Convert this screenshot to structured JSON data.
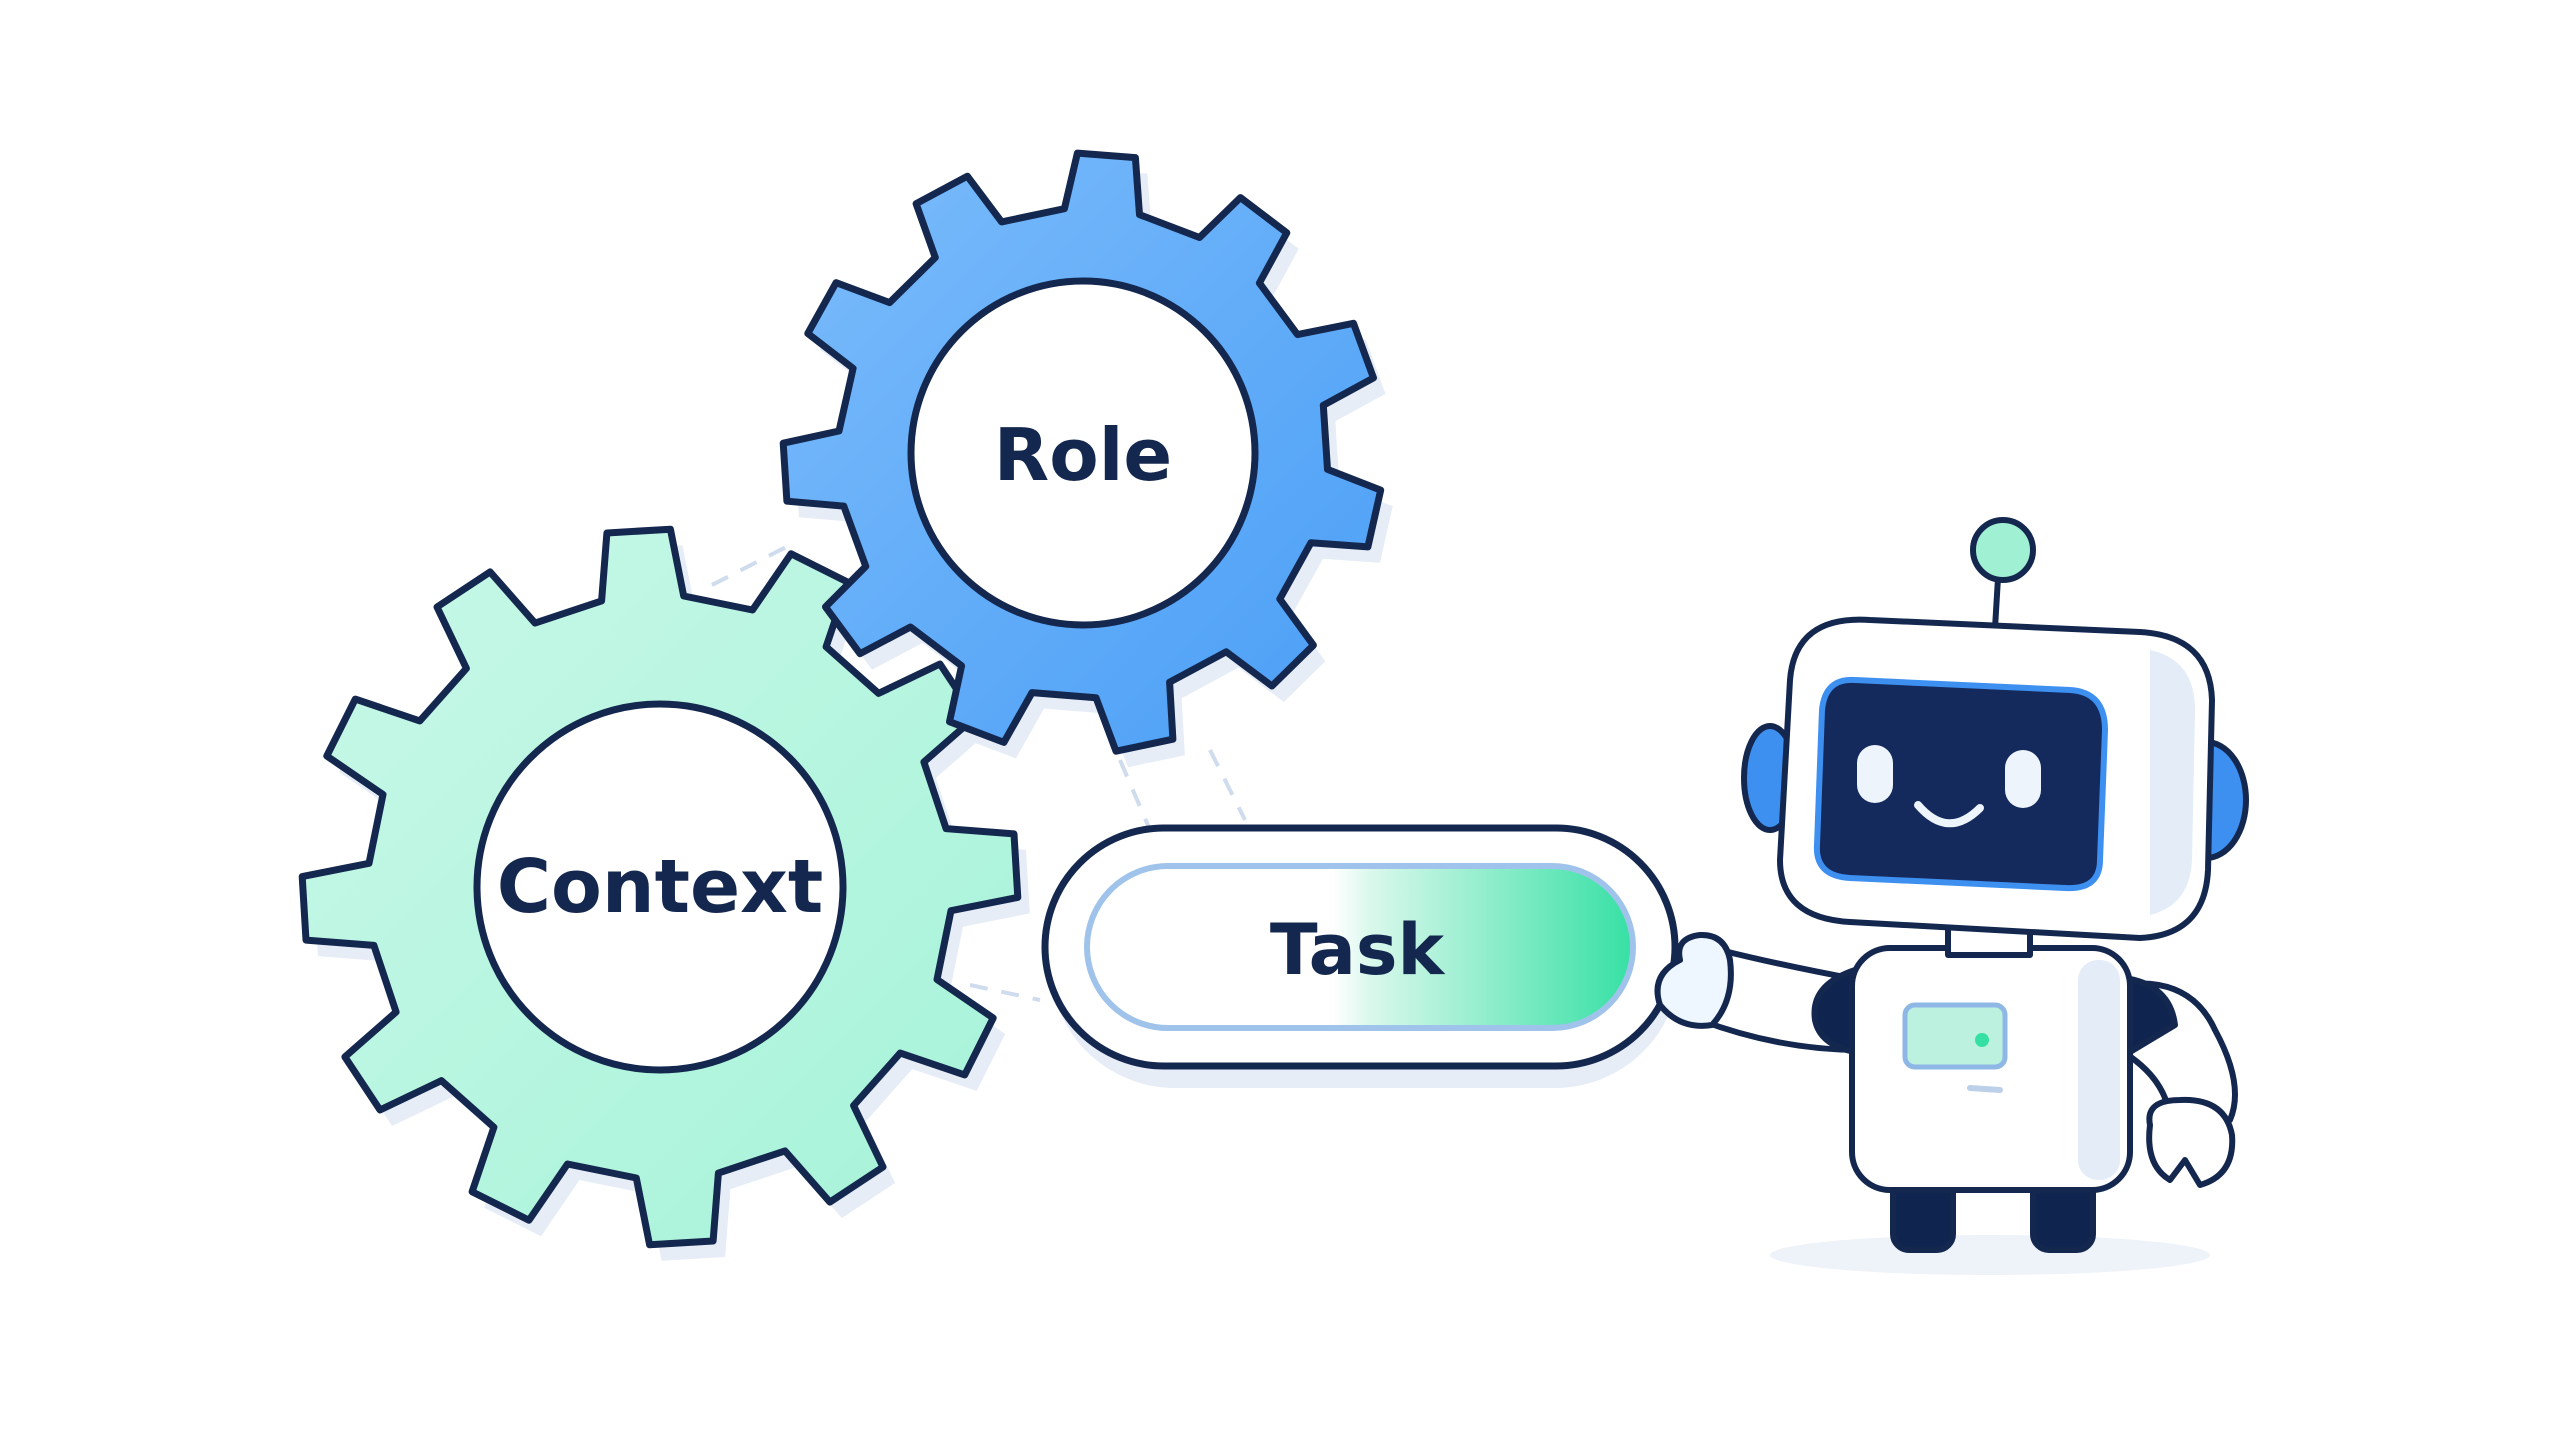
{
  "labels": {
    "role": "Role",
    "context": "Context",
    "task": "Task"
  },
  "colors": {
    "outline": "#14284f",
    "role_gear": "#4a9ef6",
    "role_gear_light": "#7cbcfb",
    "context_gear": "#a5f3d8",
    "context_gear_light": "#c9f8e8",
    "task_green": "#36e0a4",
    "task_blue_edge": "#9fc3ea",
    "robot_screen": "#142a5c",
    "robot_eye": "#eef4fb",
    "robot_accent_blue": "#3d8ff0",
    "robot_accent_green": "#a0f1d4",
    "robot_body": "#ffffff",
    "robot_dark": "#0f2550",
    "shadow": "#e6edf7"
  },
  "icons": {
    "role": "gear-icon",
    "context": "gear-icon",
    "task": "pill-icon",
    "robot": "robot-icon"
  }
}
